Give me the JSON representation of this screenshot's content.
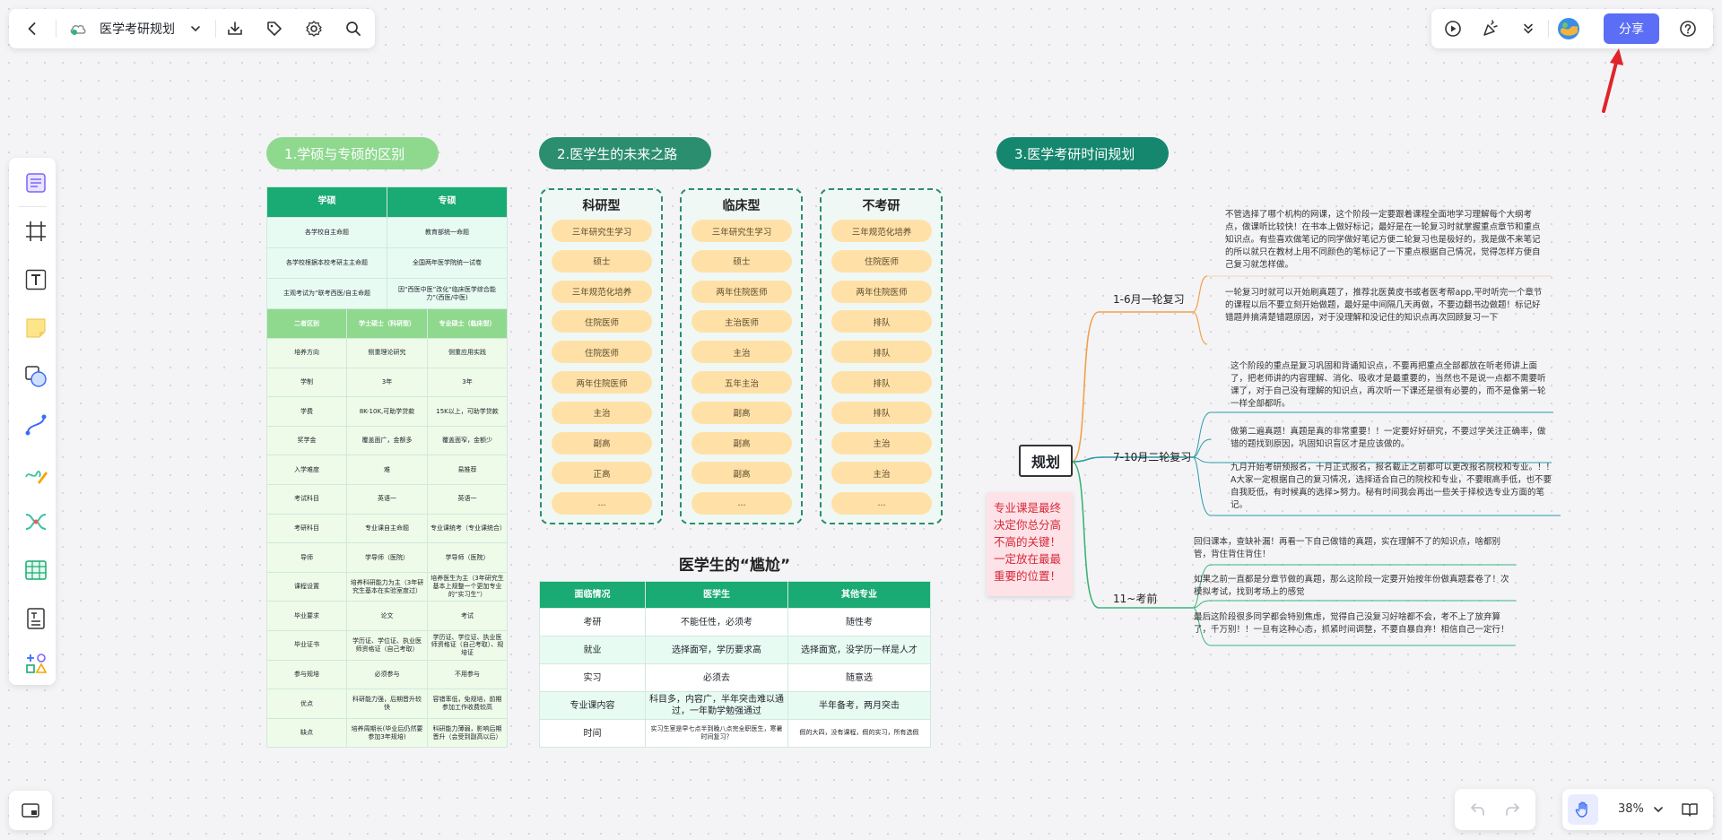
{
  "app": {
    "doc_title": "医学考研规划",
    "share_label": "分享",
    "zoom": "38%"
  },
  "colors": {
    "accent": "#5b6ef5",
    "green_dark": "#1aaa73",
    "green_light": "#8fd98f",
    "teal": "#15876e",
    "pill": "#ffe1a8",
    "arrow": "#e0242a"
  },
  "sections": {
    "s1": "1.学硕与专硕的区别",
    "s2": "2.医学生的未来之路",
    "s3": "3.医学考研时间规划"
  },
  "table1": {
    "head": [
      "学硕",
      "专硕"
    ],
    "top_rows": [
      [
        "各学校自主命题",
        "教育部统一命题"
      ],
      [
        "各学校根据本校考研主主命题",
        "全国两年医学院统一试卷"
      ],
      [
        "主观考试为“联考西医/自主命题",
        "因“西医中医”改化“临床医学综合能力”(西医/中医)"
      ]
    ],
    "sub_head": [
      "二者区别",
      "学士硕士（科研型）",
      "专业硕士（临床型）"
    ],
    "rows": [
      [
        "培养方向",
        "侧重理论研究",
        "侧重应用实践"
      ],
      [
        "学制",
        "3年",
        "3年"
      ],
      [
        "学费",
        "8K-10K,可助学贷款",
        "15K以上，可助学贷款"
      ],
      [
        "奖学金",
        "覆盖面广，金额多",
        "覆盖面窄，金额少"
      ],
      [
        "入学难度",
        "难",
        "易推荐"
      ],
      [
        "考试科目",
        "英语一",
        "英语一"
      ],
      [
        "考研科目",
        "专业课自主命题",
        "专业课统考（专业课统合）"
      ],
      [
        "导师",
        "学导师（医院）",
        "学导师（医院）"
      ],
      [
        "课程设置",
        "培养科研能力为主（3年研究生基本在实验室度过）",
        "培养医生为主（3年研究生基本上规整一个更加专业的“实习生”）"
      ],
      [
        "毕业要求",
        "论文",
        "考试"
      ],
      [
        "毕业证书",
        "学历证、学位证、执业医师资格证（自己考取）",
        "学历证、学位证、执业医师资格证（自己考取）、规培证"
      ],
      [
        "参与规培",
        "必须参与",
        "不用参与"
      ],
      [
        "优点",
        "科研能力强，后期晋升较快",
        "容错率低，免规培，前期参加工作收费较高"
      ],
      [
        "缺点",
        "培养周期长(毕业后仍然要参加3年规培)",
        "科研能力薄弱，影响后期晋升（会受到副高以后）"
      ]
    ]
  },
  "columns": [
    {
      "title": "科研型",
      "items": [
        "三年研究生学习",
        "硕士",
        "三年规范化培养",
        "住院医师",
        "住院医师",
        "两年住院医师",
        "主治",
        "副高",
        "正高",
        "..."
      ]
    },
    {
      "title": "临床型",
      "items": [
        "三年研究生学习",
        "硕士",
        "两年住院医师",
        "主治医师",
        "主治",
        "五年主治",
        "副高",
        "副高",
        "副高",
        "..."
      ]
    },
    {
      "title": "不考研",
      "items": [
        "三年规范化培养",
        "住院医师",
        "两年住院医师",
        "排队",
        "排队",
        "排队",
        "排队",
        "主治",
        "主治",
        "..."
      ]
    }
  ],
  "embarrass": {
    "title": "医学生的“尴尬”",
    "head": [
      "面临情况",
      "医学生",
      "其他专业"
    ],
    "rows": [
      [
        "考研",
        "不能任性，必须考",
        "随性考"
      ],
      [
        "就业",
        "选择面窄，学历要求高",
        "选择面宽，没学历一样是人才"
      ],
      [
        "实习",
        "必须去",
        "随意选"
      ],
      [
        "专业课内容",
        "科目多，内容广，半年突击难以通过，一年勤学勉强通过",
        "半年备考，两月突击"
      ],
      [
        "时间",
        "实习生室是早七点半到晚八点完全职医生，寒暑时间复习？",
        "假的大四，没有课程，假的实习，所有选假"
      ]
    ]
  },
  "mindmap": {
    "root": "规划",
    "sticky": "专业课是最终决定你总分高不高的关键！一定放在最最重要的位置！",
    "branches": [
      {
        "label": "1-6月一轮复习",
        "notes": [
          "不管选择了哪个机构的网课，这个阶段一定要跟着课程全面地学习理解每个大纲考点，做课听比较快！在书本上做好标记，最好是在一轮复习时就掌握重点章节和重点知识点。有些喜欢做笔记的同学做好笔记方便二轮复习也是极好的，我是做不来笔记的所以就只在教材上用不同颜色的笔标记了一下重点根据自己情况，觉得怎样方便自己复习就怎样做。",
          "一轮复习时就可以开始刷真题了，推荐北医黄皮书或者医考帮app,平时听完一个章节的课程以后不要立刻开始做题，最好是中间隔几天再做，不要边翻书边做题！标记好错题并搞清楚错题原因，对于没理解和没记住的知识点再次回顾复习一下"
        ]
      },
      {
        "label": "7-10月二轮复习",
        "notes": [
          "这个阶段的重点是复习巩固和背诵知识点，不要再把重点全部都放在听老师讲上面了，把老师讲的内容理解、消化、吸收才是最重要的，当然也不是说一点都不需要听课了，对于自己没有理解的知识点，再次听一下课还是很有必要的，而不是像第一轮一样全部都听。",
          "做第二遍真题！真题是真的非常重要！！一定要好好研究，不要过学关注正确率，做错的题找到原因，巩固知识盲区才是应该做的。",
          "九月开始考研预报名，十月正式报名，报名截止之前都可以更改报名院校和专业。！！A大家一定根据自己的复习情况，选择适合自己的院校和专业，不要眼高手低，也不要自我贬低，有时候真的选择>努力。秘有时间我会再出一些关于择校选专业方面的笔记。"
        ]
      },
      {
        "label": "11~考前",
        "notes": [
          "回归课本，查缺补漏！再看一下自己做错的真题，实在理解不了的知识点，啥都别管，背住背住背住！",
          "如果之前一直都是分章节做的真题，那么这阶段一定要开始按年份做真题套卷了！次模拟考试，找到考场上的感觉",
          "最后这阶段很多同学都会特别焦虑，觉得自己没复习好啥都不会，考不上了放弃算了，千万别！！一旦有这种心态，抓紧时间调整，不要自暴自弃！相信自己一定行！"
        ]
      }
    ]
  }
}
